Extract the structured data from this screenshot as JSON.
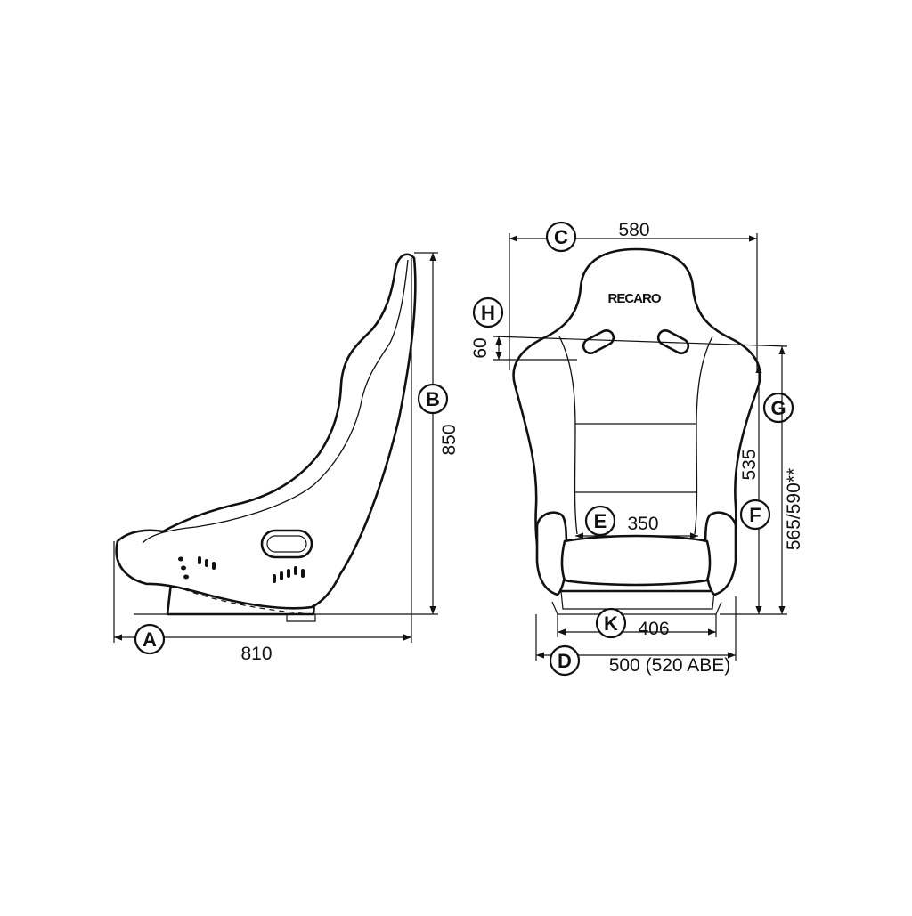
{
  "brand": "RECARO",
  "dimensions": [
    {
      "letter": "A",
      "value": "810"
    },
    {
      "letter": "B",
      "value": "850"
    },
    {
      "letter": "C",
      "value": "580"
    },
    {
      "letter": "H",
      "value": "60"
    },
    {
      "letter": "G",
      "value": "535"
    },
    {
      "letter": "F",
      "value": "565/590**"
    },
    {
      "letter": "E",
      "value": "350"
    },
    {
      "letter": "K",
      "value": "406"
    },
    {
      "letter": "D",
      "value": "500 (520 ABE)"
    }
  ]
}
